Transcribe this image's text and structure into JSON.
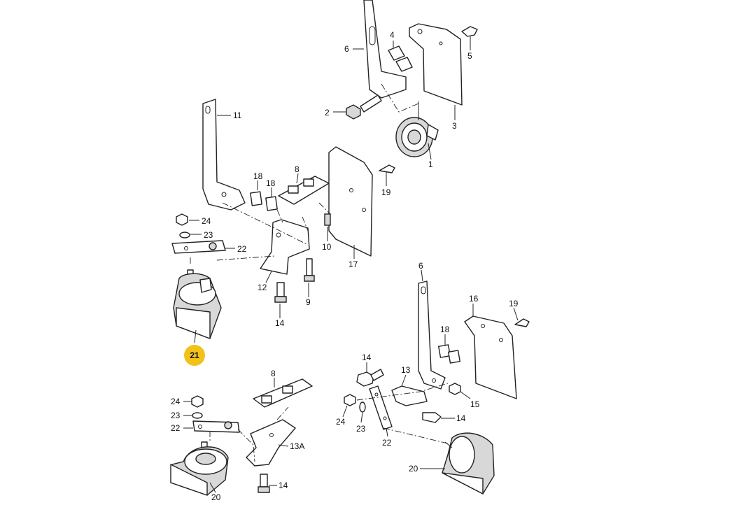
{
  "callouts": {
    "c1": "1",
    "c2": "2",
    "c3": "3",
    "c4": "4",
    "c5": "5",
    "c6_top": "6",
    "c11": "11",
    "c18_a": "18",
    "c18_b": "18",
    "c8_mid": "8",
    "c19_mid": "19",
    "c24_mid": "24",
    "c23_mid": "23",
    "c22_mid": "22",
    "c10": "10",
    "c17": "17",
    "c12": "12",
    "c9": "9",
    "c14_mid": "14",
    "c21": "21",
    "c6_right": "6",
    "c16": "16",
    "c19_right": "19",
    "c18_right": "18",
    "c14_right_top": "14",
    "c13": "13",
    "c15": "15",
    "c14_right_bot": "14",
    "c24_right": "24",
    "c23_right": "23",
    "c22_right": "22",
    "c20_right": "20",
    "c8_bot": "8",
    "c24_bot": "24",
    "c23_bot": "23",
    "c22_bot": "22",
    "c13A": "13A",
    "c14_bot": "14",
    "c20_bot": "20"
  },
  "highlight": {
    "part_number": "21",
    "color": "#f2c21b"
  }
}
